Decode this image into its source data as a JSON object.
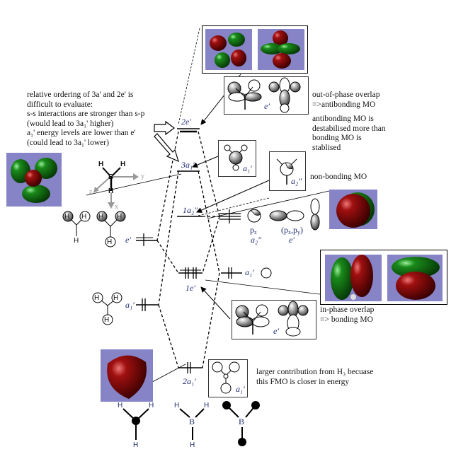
{
  "notes": {
    "ordering": [
      "relative ordering of 3a' and 2e' is",
      "difficult to evaluate:",
      "s-s interactions are stronger than s-p",
      "(would lead to 3a₁' higher)",
      "a₁' energy levels are lower than e'",
      "(could lead to 3a₁' lower)"
    ],
    "out_of_phase": [
      "out-of-phase overlap",
      "=>antibonding MO"
    ],
    "antibonding": [
      "antibonding MO is",
      "destabilised more than",
      "bonding MO is",
      "stablised"
    ],
    "non_bonding": "non-bonding MO",
    "in_phase": [
      "in-phase overlap",
      "=> bonding MO"
    ],
    "larger_contribution": [
      "larger contribution from H₃ becuase",
      "this FMO is closer in energy"
    ]
  },
  "mo_levels": {
    "2e": "2e′",
    "3a1": "3a₁′",
    "1a2": "1a₂″",
    "1e": "1e′",
    "2a1": "2a₁′"
  },
  "fragment_left": {
    "e_label": "e′",
    "a1_label": "a₁′"
  },
  "fragment_right": {
    "a1_label": "a₁′",
    "pz": "p",
    "pz_sub": "z",
    "pz_sym": "a₂″",
    "pxpy": "(p",
    "pxpy_x": "x",
    "pxpy_mid": ",p",
    "pxpy_y": "y",
    "pxpy_end": ")",
    "pxpy_sym": "e′"
  },
  "box_labels": {
    "e_top": "e′",
    "a1_3": "a₁′",
    "a2": "a₂″",
    "e_bottom": "e′",
    "a1_bottom": "a₁′"
  },
  "axes": {
    "y": "y",
    "z": "z",
    "x": "x"
  },
  "atoms": {
    "H": "H",
    "B": "B"
  },
  "colors": {
    "orbital_bg": "#8683c6",
    "lobe_red": "#8a0a0a",
    "lobe_green": "#127a12",
    "label_blue": "#1c2a6e"
  }
}
